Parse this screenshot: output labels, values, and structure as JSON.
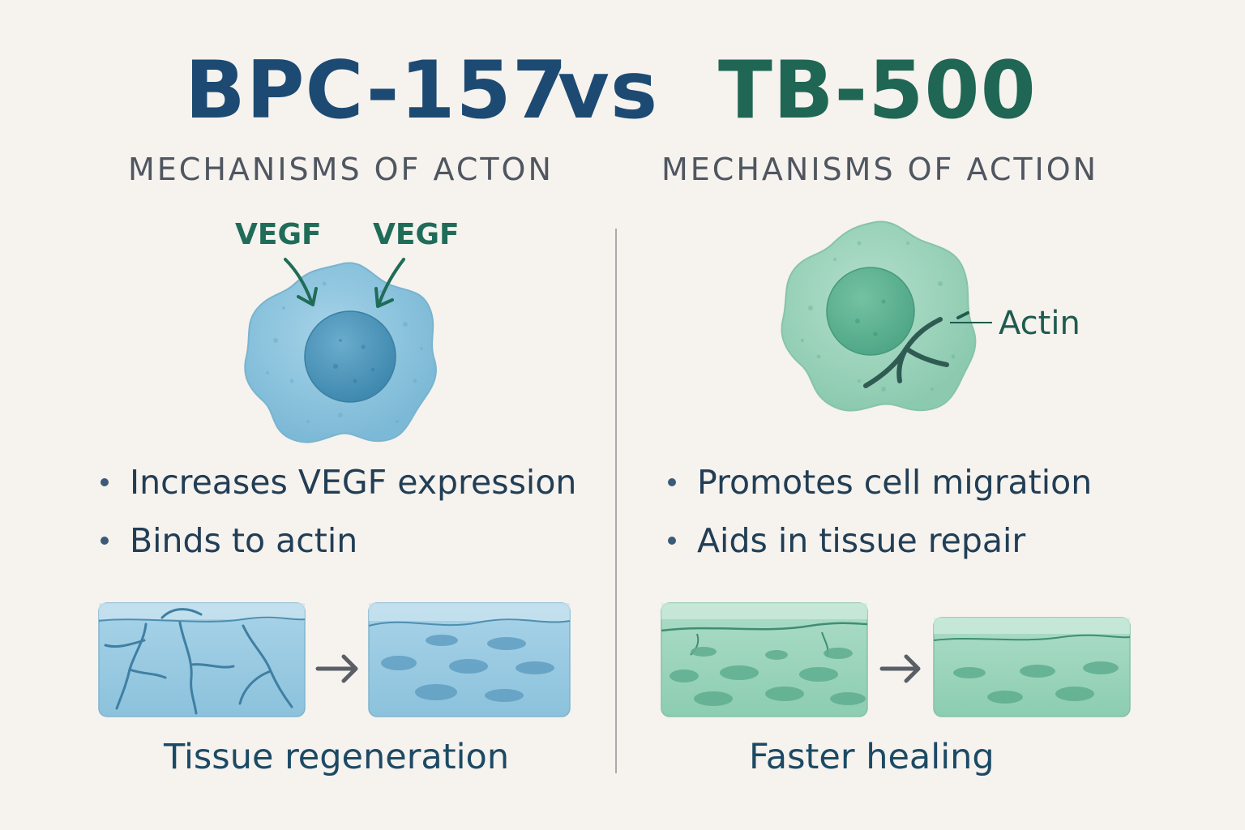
{
  "title": {
    "left": "BPC-157",
    "vs": "vs",
    "right": "TB-500"
  },
  "left_panel": {
    "subtitle": "MECHANISMS OF ACTON",
    "labels": [
      "VEGF",
      "VEGF"
    ],
    "bullets": [
      "Increases VEGF expression",
      "Binds to actin"
    ],
    "caption": "Tissue regeneration"
  },
  "right_panel": {
    "subtitle": "MECHANISMS OF ACTION",
    "label": "Actin",
    "bullets": [
      "Promotes cell migration",
      "Aids in tissue repair"
    ],
    "caption": "Faster healing"
  },
  "colors": {
    "left_accent": "#1c4a72",
    "right_accent": "#1f6654",
    "left_cell": "#8ec6df",
    "right_cell": "#9ed3bd",
    "background": "#f6f2ee"
  }
}
